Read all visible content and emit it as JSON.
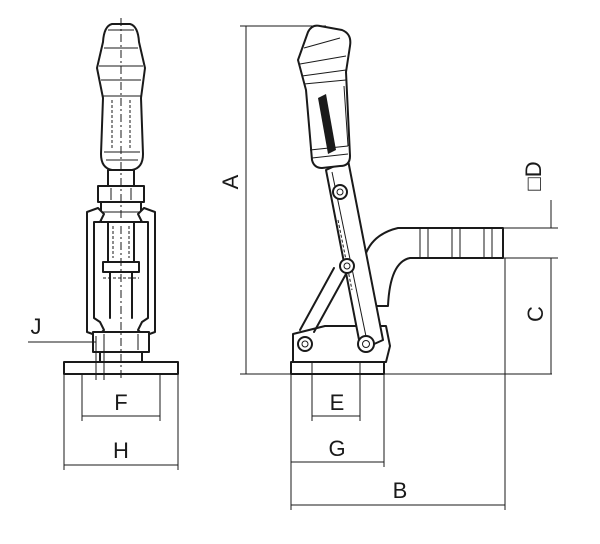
{
  "dimension_labels": {
    "a": "A",
    "b": "B",
    "c": "C",
    "d": "□D",
    "e": "E",
    "f": "F",
    "g": "G",
    "h": "H",
    "j": "J"
  }
}
